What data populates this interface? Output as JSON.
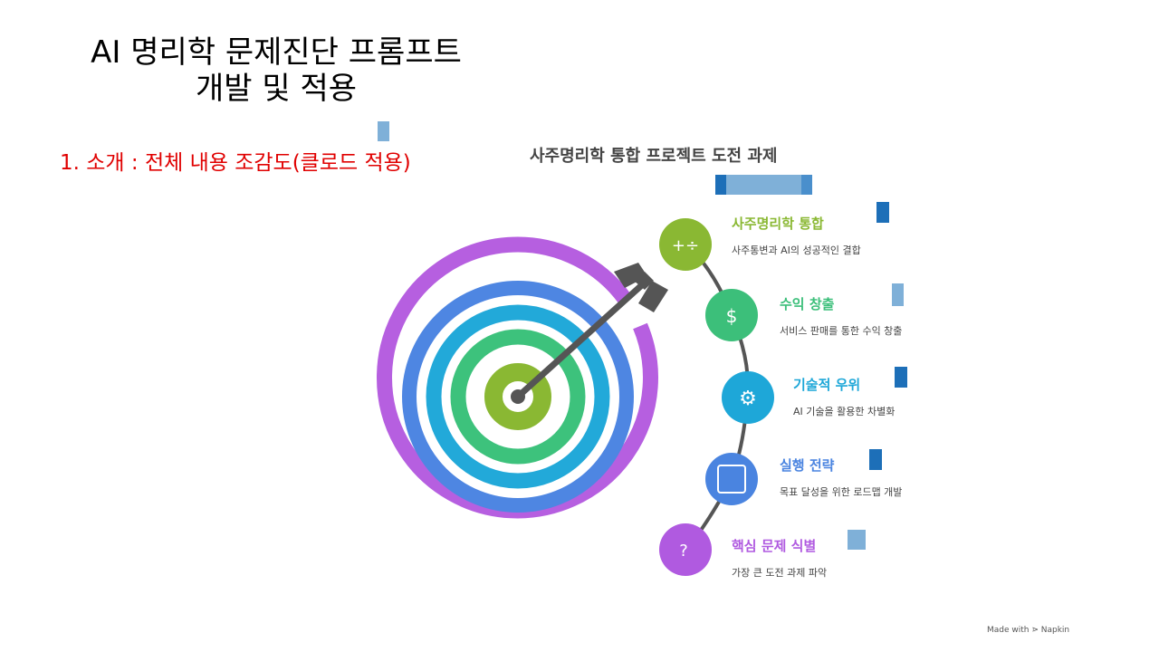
{
  "slide": {
    "title_line1": "AI 명리학 문제진단 프롬프트",
    "title_line2": "개발 및 적용",
    "subtitle": "1. 소개 : 전체 내용 조감도(클로드 적용)"
  },
  "diagram": {
    "title": "사주명리학 통합 프로젝트 도전 과제",
    "items": [
      {
        "heading": "사주명리학 통합",
        "desc": "사주통변과 AI의 성공적인 결합",
        "color": "#8ab833",
        "icon": "math-cycle-icon"
      },
      {
        "heading": "수익 창출",
        "desc": "서비스 판매를 통한 수익 창출",
        "color": "#3cbf7a",
        "icon": "money-bag-icon"
      },
      {
        "heading": "기술적 우위",
        "desc": "AI 기술을 활용한 차별화",
        "color": "#1ea7d8",
        "icon": "gear-robot-icon"
      },
      {
        "heading": "실행 전략",
        "desc": "목표 달성을 위한 로드맵 개발",
        "color": "#4a84e0",
        "icon": "flowchart-icon"
      },
      {
        "heading": "핵심 문제 식별",
        "desc": "가장 큰 도전 과제 파악",
        "color": "#b05ae0",
        "icon": "head-search-icon"
      }
    ],
    "footer": "Made with ⋗ Napkin"
  }
}
